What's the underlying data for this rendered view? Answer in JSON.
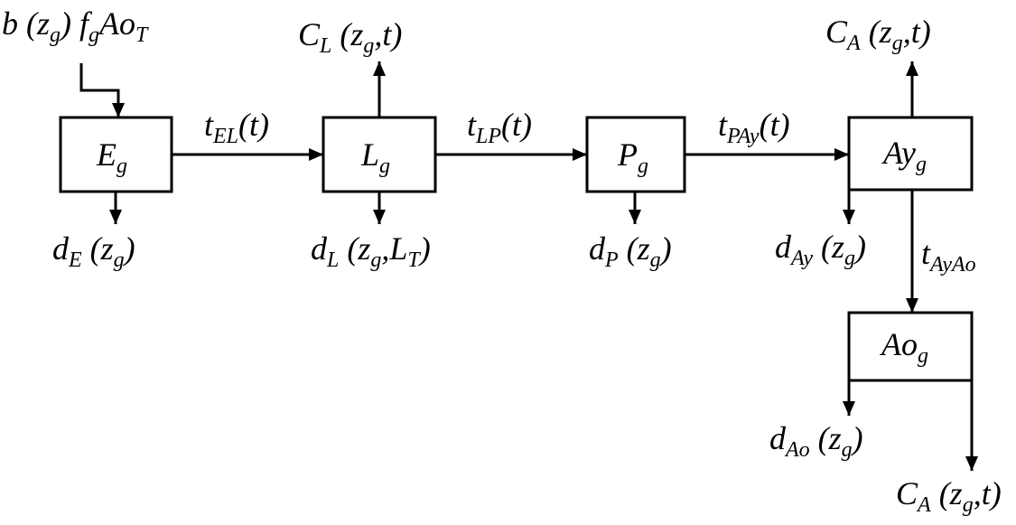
{
  "input": {
    "parts": [
      {
        "t": "b",
        "s": ""
      },
      {
        "t": " (z",
        "s": "g"
      },
      {
        "t": ") f",
        "s": "g"
      },
      {
        "t": "Ao",
        "s": "T"
      }
    ]
  },
  "boxes": {
    "egg": {
      "main": "E",
      "sub": "g"
    },
    "larva": {
      "main": "L",
      "sub": "g"
    },
    "pupa": {
      "main": "P",
      "sub": "g"
    },
    "young": {
      "main": "Ay",
      "sub": "g"
    },
    "old": {
      "main": "Ao",
      "sub": "g"
    }
  },
  "transitions": {
    "egg_larva": {
      "main": "t",
      "sub": "EL",
      "tail": "(t)"
    },
    "larva_pupa": {
      "main": "t",
      "sub": "LP",
      "tail": "(t)"
    },
    "pupa_young": {
      "main": "t",
      "sub": "PAy",
      "tail": "(t)"
    },
    "young_old": {
      "main": "t",
      "sub": "AyAo",
      "tail": ""
    }
  },
  "captures": {
    "larva": {
      "main": "C",
      "sub": "L",
      "mid": " (z",
      "sub2": "g",
      "tail": ",t)"
    },
    "young": {
      "main": "C",
      "sub": "A",
      "mid": " (z",
      "sub2": "g",
      "tail": ",t)"
    },
    "old": {
      "main": "C",
      "sub": "A",
      "mid": " (z",
      "sub2": "g",
      "tail": ",t)"
    }
  },
  "deaths": {
    "egg": {
      "main": "d",
      "sub": "E",
      "mid": " (z",
      "sub2": "g",
      "tail": ")"
    },
    "larva": {
      "main": "d",
      "sub": "L",
      "mid": " (z",
      "sub2": "g",
      "tail": ",L",
      "sub3": "T",
      "tail2": ")"
    },
    "pupa": {
      "main": "d",
      "sub": "P",
      "mid": " (z",
      "sub2": "g",
      "tail": ")"
    },
    "young": {
      "main": "d",
      "sub": "Ay",
      "mid": " (z",
      "sub2": "g",
      "tail": ")"
    },
    "old": {
      "main": "d",
      "sub": "Ao",
      "mid": " (z",
      "sub2": "g",
      "tail": ")"
    }
  }
}
